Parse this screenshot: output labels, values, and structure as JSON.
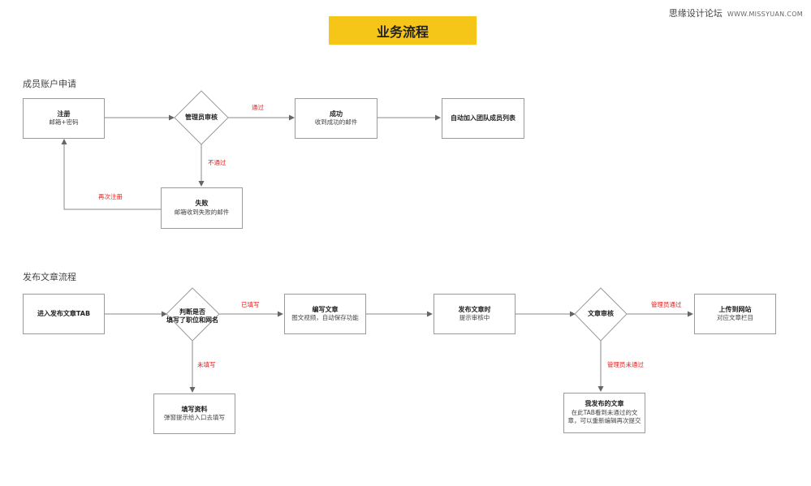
{
  "watermark": {
    "site": "思缘设计论坛",
    "url": "WWW.MISSYUAN.COM"
  },
  "title": "业务流程",
  "section1": {
    "title": "成员账户申请",
    "register": {
      "title": "注册",
      "sub": "邮箱+密码"
    },
    "review": "管理员审核",
    "success": {
      "title": "成功",
      "sub": "收到成功的邮件"
    },
    "auto_join": "自动加入团队成员列表",
    "fail": {
      "title": "失败",
      "sub": "邮箱收到失败的邮件"
    },
    "edge_pass": "通过",
    "edge_fail": "不通过",
    "edge_retry": "再次注册"
  },
  "section2": {
    "title": "发布文章流程",
    "enter": "进入发布文章TAB",
    "judge": {
      "line1": "判断是否",
      "line2": "填写了职位和网名"
    },
    "edit": {
      "title": "编写文章",
      "sub": "图文视频，自动保存功能"
    },
    "publish": {
      "title": "发布文章时",
      "sub": "提示审核中"
    },
    "article_review": "文章审核",
    "upload": {
      "title": "上传到网站",
      "sub": "对应文章栏目"
    },
    "fill_info": {
      "title": "填写资料",
      "sub": "弹窗提示给入口去填写"
    },
    "my_articles": {
      "title": "我发布的文章",
      "sub1": "在此TAB看到未通过的文",
      "sub2": "章，可以重新编辑再次提交"
    },
    "edge_filled": "已填写",
    "edge_unfilled": "未填写",
    "edge_admin_pass": "管理员通过",
    "edge_admin_fail": "管理员未通过"
  },
  "colors": {
    "banner": "#f5c518",
    "edge_label": "#e02020",
    "line": "#8a8a8a",
    "border": "#9a9a9a"
  }
}
